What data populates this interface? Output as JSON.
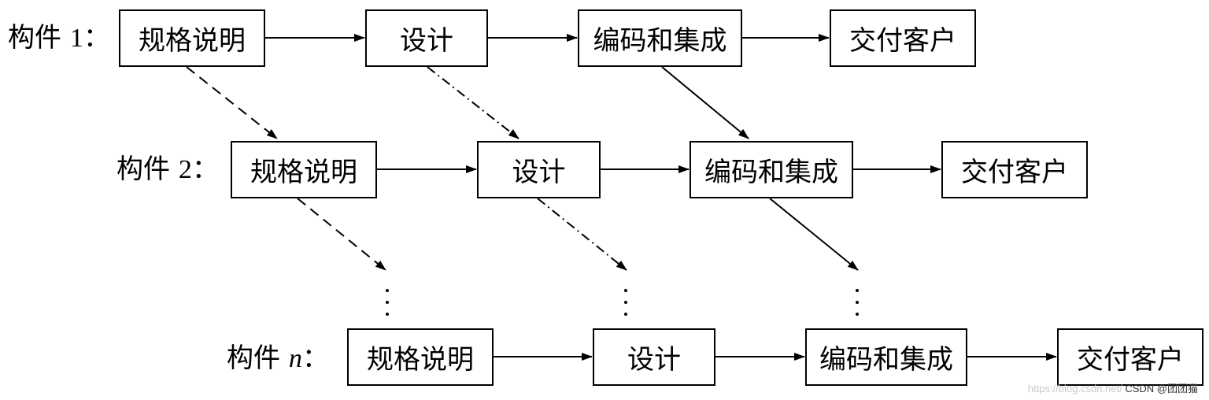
{
  "components": [
    {
      "label_prefix": "构件",
      "label_index": "1",
      "label_suffix": "：",
      "stages": [
        "规格说明",
        "设计",
        "编码和集成",
        "交付客户"
      ]
    },
    {
      "label_prefix": "构件",
      "label_index": "2",
      "label_suffix": "：",
      "stages": [
        "规格说明",
        "设计",
        "编码和集成",
        "交付客户"
      ]
    },
    {
      "label_prefix": "构件",
      "label_index": "n",
      "label_suffix": "：",
      "stages": [
        "规格说明",
        "设计",
        "编码和集成",
        "交付客户"
      ]
    }
  ],
  "connector_styles": {
    "spec_to_next_spec": "dashed",
    "design_to_next_design": "dash-dot",
    "coding_to_next_coding": "solid"
  },
  "watermark": {
    "url": "https://blog.csdn.net/",
    "brand": "CSDN @团团猫"
  }
}
